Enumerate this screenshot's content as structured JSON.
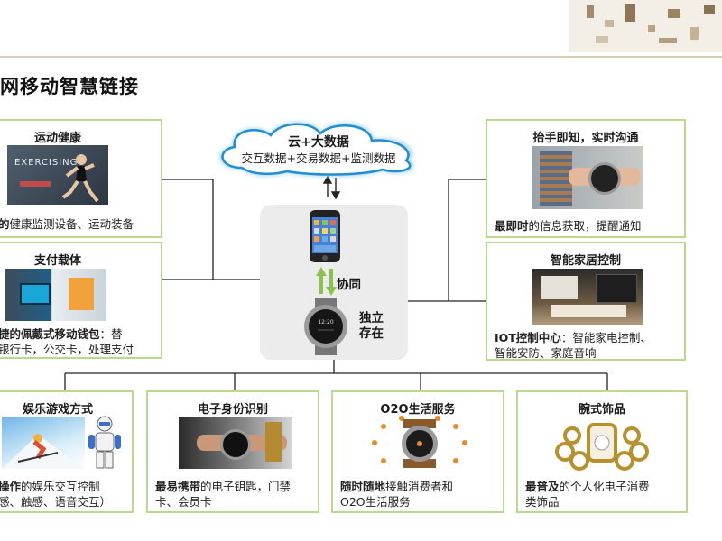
{
  "page_title": "网移动智慧链接",
  "cloud": {
    "title": "云+大数据",
    "subtitle": "交互数据+交易数据+监测数据"
  },
  "hub": {
    "sync_label": "协同",
    "independent_label_1": "独立",
    "independent_label_2": "存在"
  },
  "cards": {
    "sports": {
      "title": "运动健康",
      "image_text": "EXERCISING",
      "desc_bold": "的",
      "desc_rest": "健康监测设备、运动装备"
    },
    "payment": {
      "title": "支付载体",
      "line1_bold": "捷的佩戴式移动钱包",
      "line1_rest": "：替",
      "line2": "银行卡，公交卡，处理支付"
    },
    "entertainment": {
      "title": "娱乐游戏方式",
      "line1_bold": "操作",
      "line1_rest": "的娱乐交互控制",
      "line2": "感、触感、语音交互）"
    },
    "identity": {
      "title": "电子身份识别",
      "line1_bold": "最易携带",
      "line1_rest": "的电子钥匙，门禁",
      "line2": "卡、会员卡"
    },
    "o2o": {
      "title": "O2O生活服务",
      "line1_bold": "随时随地",
      "line1_rest": "接触消费者和",
      "line2": "O2O生活服务"
    },
    "jewelry": {
      "title": "腕式饰品",
      "line1_bold": "最普及",
      "line1_rest": "的个人化电子消费",
      "line2": "类饰品"
    },
    "instant": {
      "title": "抬手即知，实时沟通",
      "desc_bold": "最即时",
      "desc_rest": "的信息获取，提醒通知"
    },
    "smarthome": {
      "title": "智能家居控制",
      "line1_bold": "IOT控制中心",
      "line1_rest": "：智能家电控制、",
      "line2": "智能安防、家庭音响"
    }
  },
  "colors": {
    "card_border": "#b9d98c",
    "cloud_fill": "#ffffff",
    "cloud_stroke": "#1f8ed4",
    "arrow_green": "#8bc34a",
    "header_rule": "#d9ccb4"
  }
}
